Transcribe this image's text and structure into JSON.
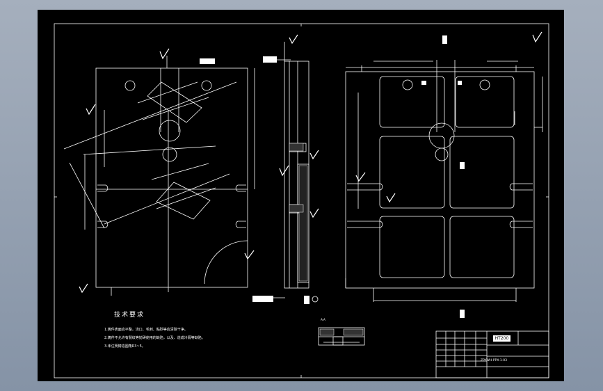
{
  "notes": {
    "title": "技术要求",
    "lines": [
      "1.铸件表面应平整，浇口、毛刺、粘砂等应清除干净。",
      "2.铸件不允许有裂纹等妨碍使用的缺陷，以及、造成冷隔等缺陷。",
      "3.未注明铸造圆角R3~5。"
    ]
  },
  "title_block": {
    "code": "HT200",
    "drawing_no": "ZPYWH-PPX-1-03"
  },
  "section_label": "A-A",
  "colors": {
    "background": "#000000",
    "lines": "#ffffff",
    "window": "#8e99a9"
  }
}
